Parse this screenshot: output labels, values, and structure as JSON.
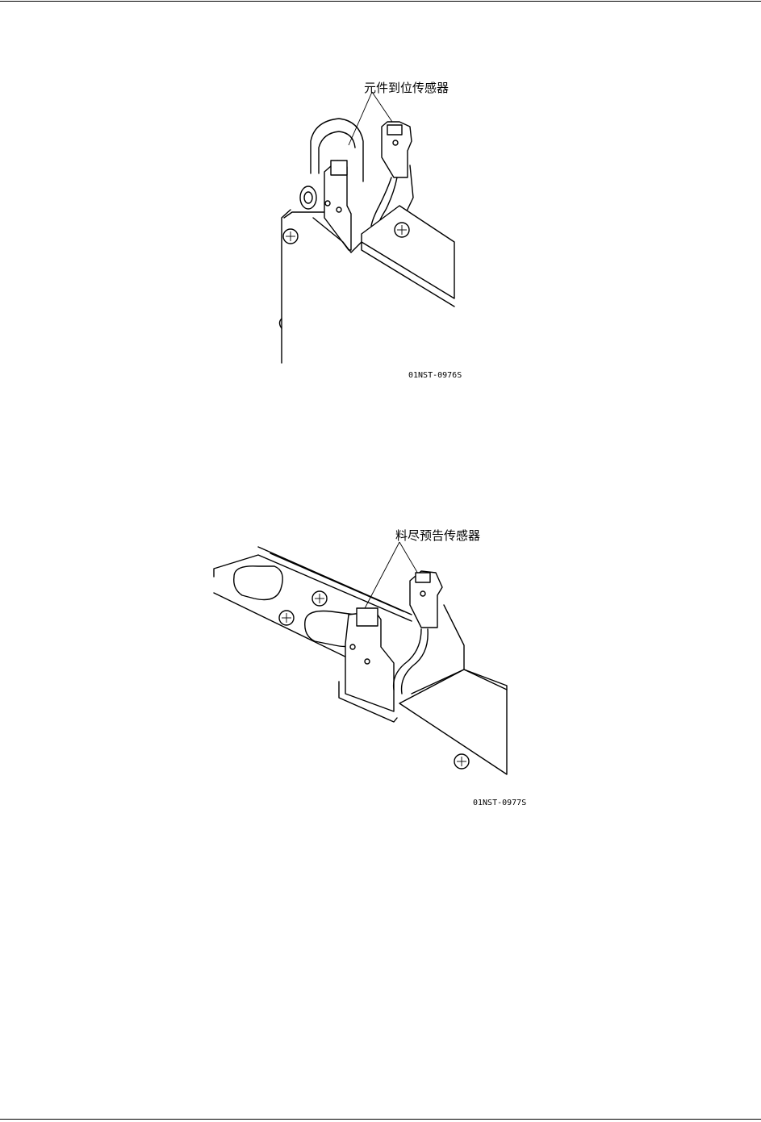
{
  "figures": [
    {
      "callout": "元件到位传感器",
      "figure_code": "01NST-0976S"
    },
    {
      "callout": "料尽预告传感器",
      "figure_code": "01NST-0977S"
    }
  ]
}
